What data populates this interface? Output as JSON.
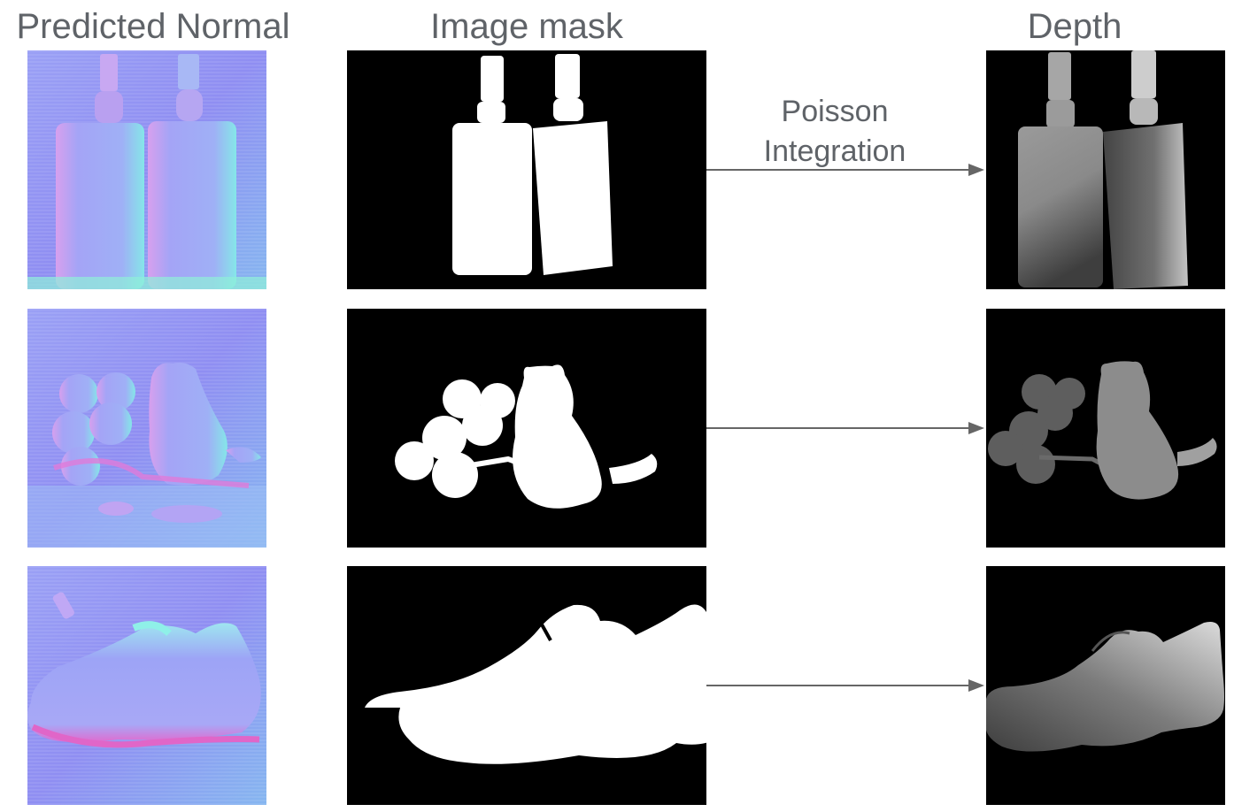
{
  "columns": {
    "normal": "Predicted Normal",
    "mask": "Image mask",
    "depth": "Depth"
  },
  "arrow_label": {
    "line1": "Poisson",
    "line2": "Integration"
  },
  "rows": [
    {
      "object": "bottles"
    },
    {
      "object": "grapes-and-cat"
    },
    {
      "object": "shoe"
    }
  ],
  "colors": {
    "text": "#5f6368",
    "arrow": "#666666",
    "normal_base": "#8b8df0",
    "normal_cyan": "#7fe6e6",
    "normal_pink": "#e678d8",
    "mask_bg": "#000000",
    "mask_fg": "#ffffff"
  }
}
